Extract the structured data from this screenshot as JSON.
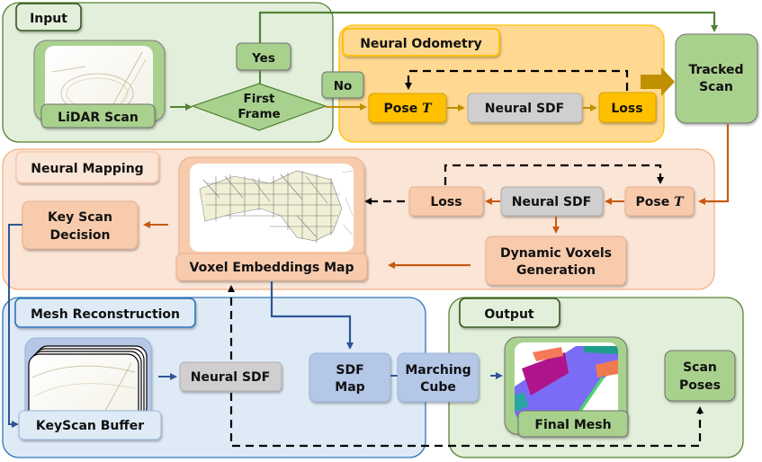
{
  "diagram": {
    "colors": {
      "input_bg": "#E2EFDA",
      "input_border": "#548235",
      "node_green": "#A9D18E",
      "odometry_bg": "#FFD991",
      "odometry_node": "#FFC000",
      "odometry_border": "#FFC000",
      "mapping_bg": "#FBE5D6",
      "mapping_node": "#F8CBAD",
      "mapping_border": "#F4B183",
      "mesh_bg": "#DEEBF7",
      "mesh_node": "#B4C7E7",
      "mesh_border": "#2E75B6",
      "sdf_gray": "#D0CECE",
      "arrow_green": "#548235",
      "arrow_gold": "#BF9000",
      "arrow_orange": "#C55A11",
      "arrow_blue": "#2F5597",
      "dashed": "#000000"
    },
    "groups": {
      "input": "Input",
      "odometry": "Neural Odometry",
      "mapping": "Neural Mapping",
      "mesh": "Mesh Reconstruction",
      "output": "Output"
    },
    "input": {
      "lidar_scan": "LiDAR Scan",
      "decision_line1": "First",
      "decision_line2": "Frame",
      "yes": "Yes",
      "no": "No"
    },
    "odometry": {
      "pose_prefix": "Pose ",
      "pose_symbol": "T",
      "neural_sdf": "Neural SDF",
      "loss": "Loss"
    },
    "tracked_scan": {
      "line1": "Tracked",
      "line2": "Scan"
    },
    "mapping": {
      "pose_prefix": "Pose ",
      "pose_symbol": "T",
      "neural_sdf": "Neural SDF",
      "loss": "Loss",
      "dynamic_line1": "Dynamic Voxels",
      "dynamic_line2": "Generation",
      "voxel_map": "Voxel Embeddings Map",
      "key_scan_line1": "Key Scan",
      "key_scan_line2": "Decision"
    },
    "mesh": {
      "keyscan_buffer": "KeyScan Buffer",
      "neural_sdf": "Neural SDF",
      "sdf_map_line1": "SDF",
      "sdf_map_line2": "Map",
      "marching_line1": "Marching",
      "marching_line2": "Cube"
    },
    "output": {
      "final_mesh": "Final Mesh",
      "scan_poses_line1": "Scan",
      "scan_poses_line2": "Poses"
    }
  }
}
